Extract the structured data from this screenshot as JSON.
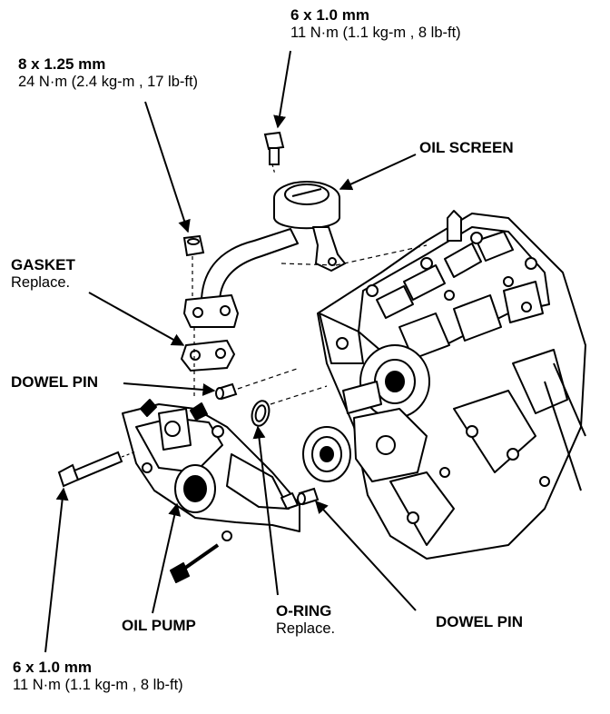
{
  "labels": {
    "bolt_top_right": {
      "spec": "6 x 1.0 mm",
      "torque": "11 N·m (1.1 kg-m , 8 lb-ft)"
    },
    "bolt_top_left": {
      "spec": "8 x 1.25 mm",
      "torque": "24 N·m (2.4 kg-m , 17 lb-ft)"
    },
    "oil_screen": "OIL SCREEN",
    "gasket": {
      "name": "GASKET",
      "note": "Replace."
    },
    "dowel_pin_left": "DOWEL PIN",
    "oil_pump": "OIL PUMP",
    "o_ring": {
      "name": "O-RING",
      "note": "Replace."
    },
    "dowel_pin_right": "DOWEL PIN",
    "bolt_bottom_left": {
      "spec": "6 x 1.0 mm",
      "torque": "11 N·m (1.1 kg-m , 8 lb-ft)"
    }
  }
}
